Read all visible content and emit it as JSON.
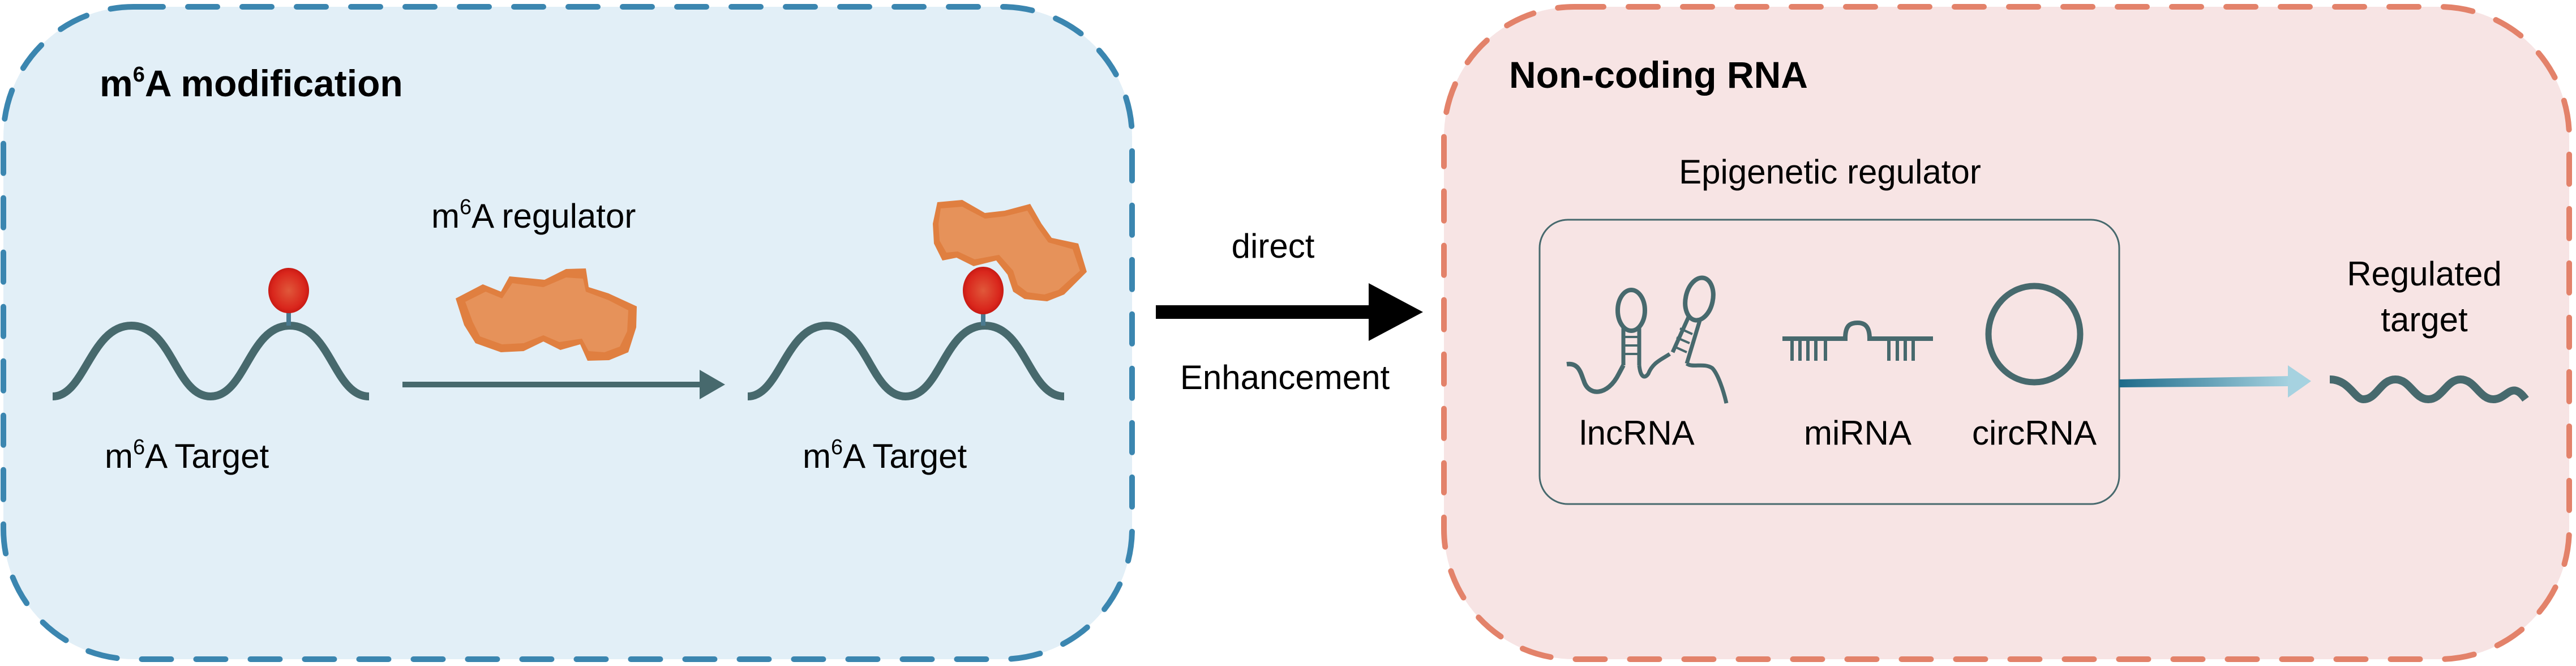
{
  "colors": {
    "left_panel_fill": "#e2eff7",
    "left_panel_border": "#3b86b0",
    "right_panel_fill": "#f7e4e4",
    "right_panel_border": "#e3826a",
    "rna_stroke": "#47696d",
    "m6a_mark": "#d9261c",
    "regulator_protein": "#e59158",
    "main_arrow": "#000000",
    "gradient_arrow_start": "#1e6b8a",
    "gradient_arrow_end": "#a6d2e0"
  },
  "left_panel": {
    "title_base": "m",
    "title_sup": "6",
    "title_rest": "A modification",
    "regulator_label_base": "m",
    "regulator_label_sup": "6",
    "regulator_label_rest": "A regulator",
    "target_before": {
      "base": "m",
      "sup": "6",
      "rest": "A Target"
    },
    "target_after": {
      "base": "m",
      "sup": "6",
      "rest": "A Target"
    }
  },
  "connector": {
    "top_label": "direct",
    "bottom_label": "Enhancement"
  },
  "right_panel": {
    "title": "Non-coding RNA",
    "group_label": "Epigenetic regulator",
    "items": [
      {
        "label": "lncRNA",
        "icon": "lncrna-hairpin-icon"
      },
      {
        "label": "miRNA",
        "icon": "mirna-duplex-icon"
      },
      {
        "label": "circRNA",
        "icon": "circrna-ring-icon"
      }
    ],
    "target_label_line1": "Regulated",
    "target_label_line2": "target"
  }
}
